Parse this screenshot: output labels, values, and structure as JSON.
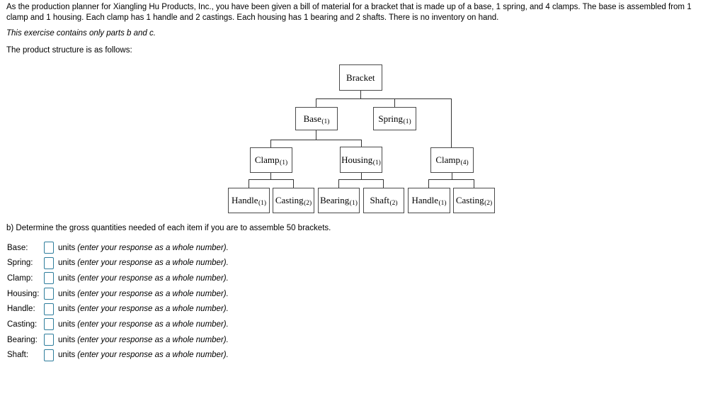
{
  "intro": {
    "paragraph": "As the production planner for Xiangling Hu Products, Inc., you have been given a bill of material for a bracket that is made up of a base, 1 spring, and 4 clamps. The base is assembled from 1 clamp and 1 housing. Each clamp has 1 handle and 2 castings. Each housing has 1 bearing and 2 shafts. There is no inventory on hand.",
    "note": "This exercise contains only parts b and c.",
    "structure_intro": "The product structure is as follows:"
  },
  "tree": {
    "description": "Bill-of-material product structure for Bracket",
    "nodes": [
      {
        "id": "bracket",
        "label": "Bracket",
        "sub": "",
        "qty": 1,
        "parent": null
      },
      {
        "id": "base",
        "label": "Base",
        "sub": "(1)",
        "qty": 1,
        "parent": "bracket"
      },
      {
        "id": "spring",
        "label": "Spring",
        "sub": "(1)",
        "qty": 1,
        "parent": "bracket"
      },
      {
        "id": "clamp-1",
        "label": "Clamp",
        "sub": "(1)",
        "qty": 1,
        "parent": "base"
      },
      {
        "id": "housing",
        "label": "Housing",
        "sub": "(1)",
        "qty": 1,
        "parent": "base"
      },
      {
        "id": "clamp-4",
        "label": "Clamp",
        "sub": "(4)",
        "qty": 4,
        "parent": "bracket"
      },
      {
        "id": "handle-a",
        "label": "Handle",
        "sub": "(1)",
        "qty": 1,
        "parent": "clamp-1"
      },
      {
        "id": "casting-a",
        "label": "Casting",
        "sub": "(2)",
        "qty": 2,
        "parent": "clamp-1"
      },
      {
        "id": "bearing",
        "label": "Bearing",
        "sub": "(1)",
        "qty": 1,
        "parent": "housing"
      },
      {
        "id": "shaft",
        "label": "Shaft",
        "sub": "(2)",
        "qty": 2,
        "parent": "housing"
      },
      {
        "id": "handle-b",
        "label": "Handle",
        "sub": "(1)",
        "qty": 1,
        "parent": "clamp-4"
      },
      {
        "id": "casting-b",
        "label": "Casting",
        "sub": "(2)",
        "qty": 2,
        "parent": "clamp-4"
      }
    ]
  },
  "part_b": {
    "prompt": "b) Determine the gross quantities needed of each item if you are to assemble 50 brackets.",
    "units_word": "units",
    "hint": "(enter your response as a whole number).",
    "rows": [
      {
        "label": "Base:",
        "value": ""
      },
      {
        "label": "Spring:",
        "value": ""
      },
      {
        "label": "Clamp:",
        "value": ""
      },
      {
        "label": "Housing:",
        "value": ""
      },
      {
        "label": "Handle:",
        "value": ""
      },
      {
        "label": "Casting:",
        "value": ""
      },
      {
        "label": "Bearing:",
        "value": ""
      },
      {
        "label": "Shaft:",
        "value": ""
      }
    ]
  },
  "colors": {
    "background": "#ffffff",
    "text": "#000000",
    "tree_box_border": "#4a4a4a",
    "tree_line": "#333333",
    "input_border": "#2e7d9c"
  }
}
